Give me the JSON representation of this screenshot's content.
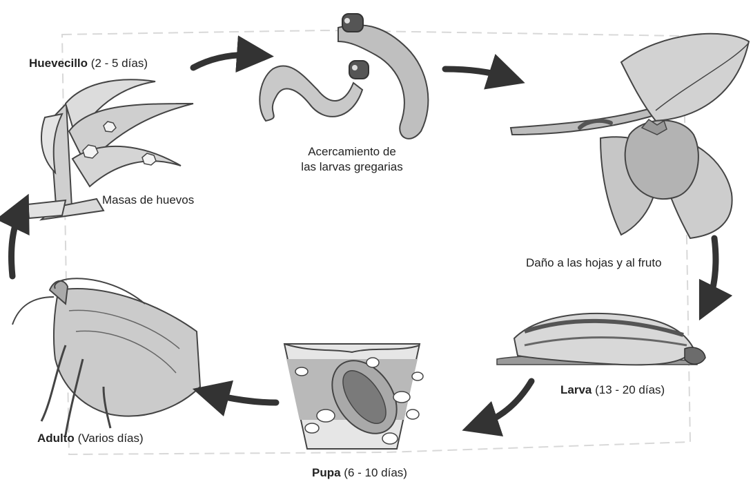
{
  "stages": {
    "egg": {
      "name": "Huevecillo",
      "duration": "(2 - 5 días)"
    },
    "larva": {
      "name": "Larva",
      "duration": "(13 - 20 días)"
    },
    "pupa": {
      "name": "Pupa",
      "duration": "(6 - 10 días)"
    },
    "adult": {
      "name": "Adulto",
      "duration": "(Varios días)"
    }
  },
  "captions": {
    "egg_masses": "Masas de huevos",
    "gregarious_line1": "Acercamiento de",
    "gregarious_line2": "las larvas gregarias",
    "damage": "Daño a las hojas y al fruto"
  }
}
